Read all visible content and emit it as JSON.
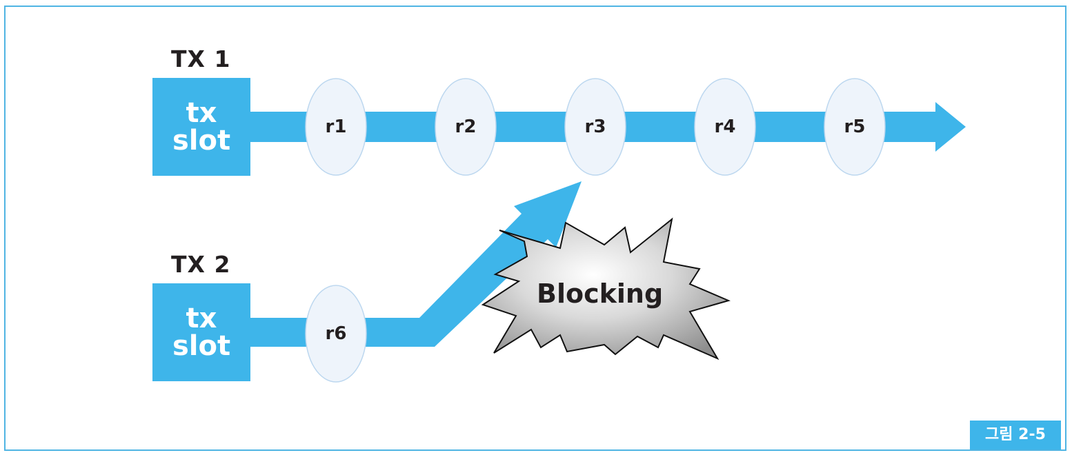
{
  "transactions": [
    {
      "label": "TX 1",
      "slot_lines": [
        "tx",
        "slot"
      ]
    },
    {
      "label": "TX 2",
      "slot_lines": [
        "tx",
        "slot"
      ]
    }
  ],
  "tx1_rows": [
    "r1",
    "r2",
    "r3",
    "r4",
    "r5"
  ],
  "tx2_rows": [
    "r6"
  ],
  "conflict_label": "Blocking",
  "figure_tag": "그림 2-5",
  "colors": {
    "accent": "#3eb5ea",
    "frame": "#4fb4e3",
    "node_fill": "#eef4fb",
    "node_stroke": "#bcd7ef",
    "text": "#231f20",
    "burst_light": "#ffffff",
    "burst_dark": "#8e8e8e"
  }
}
